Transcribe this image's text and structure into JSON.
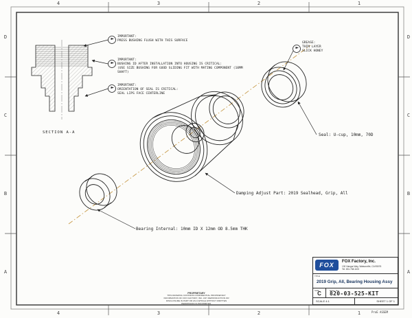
{
  "zones": {
    "cols": [
      "4",
      "3",
      "2",
      "1"
    ],
    "rows": [
      "D",
      "C",
      "B",
      "A"
    ]
  },
  "section": {
    "label": "SECTION A-A"
  },
  "callouts": {
    "press": {
      "text": "IMPORTANT:\nPRESS BUSHING FLUSH WITH THIS SURFACE"
    },
    "bushing": {
      "text": "IMPORTANT:\nBUSHING ID AFTER INSTALLATION INTO HOUSING IS CRITICAL:\n(USE SIZE BUSHING FOR GOOD SLIDING FIT WITH MATING COMPONENT (10MM SHAFT)"
    },
    "seal_orient": {
      "text": "IMPORTANT:\nORIENTATION OF SEAL IS CRITICAL:\nSEAL LIPS FACE CENTERLINE"
    },
    "grease": {
      "text": "GREASE:\nTHIN LAYER\nSLICK HONEY"
    }
  },
  "labels": {
    "seal": "Seal: U-cup, 10mm, 70D",
    "damper": "Damping Adjust Part: 2019 Sealhead, Grip, All",
    "bearing": "Bearing Internal: 10mm ID X 12mm OD 8.5mm THK"
  },
  "title_block": {
    "logo": "FOX",
    "company": "FOX Factory, Inc.",
    "address_line1": "130 Hangar Way, Watsonville, CA 95076",
    "address_line2": "Tel: 831.768.1100",
    "title_label": "TITLE",
    "title": "2019 Grip, All, Bearing Housing Assy",
    "size_label": "SIZE",
    "size": "C",
    "dwg_label": "DWG. NO.",
    "dwg_no": "820-03-525-KIT",
    "scale": "SCALE  4:1",
    "sheet": "SHEET 1 OF 1",
    "footer_note": "ProE ASSEM"
  },
  "proprietary": {
    "heading": "PROPRIETARY",
    "text": "THIS DRAWING CONTAINS CONFIDENTIAL PROPRIETARY INFORMATION OF FOX FACTORY, INC. ANY REPRODUCTION OR DISCLOSURE IN PART OR AS A WHOLE WITHOUT WRITTEN PERMISSION IS PROHIBITED."
  },
  "colors": {
    "accent_blue": "#1f4e9c",
    "centerline": "#c89b4a"
  }
}
